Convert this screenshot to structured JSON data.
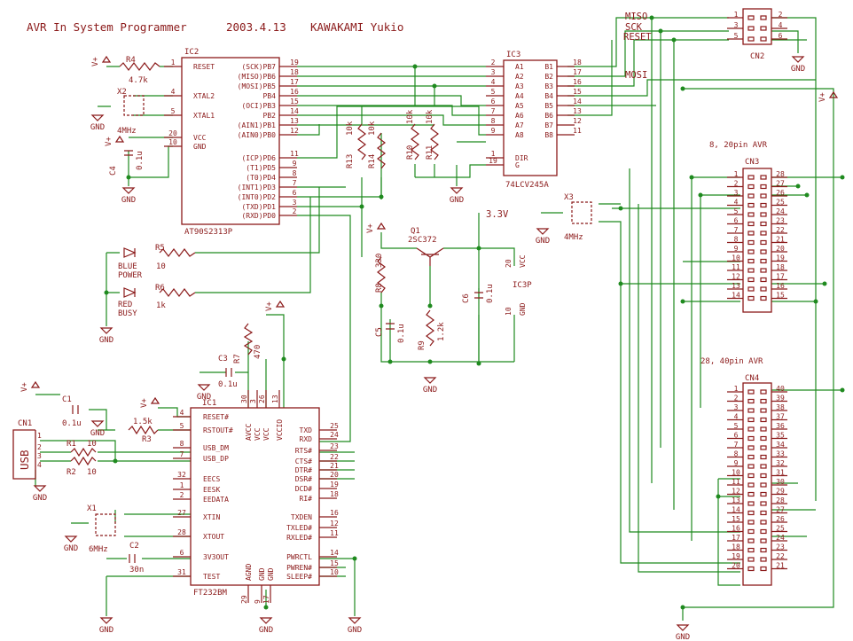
{
  "title": "AVR In System Programmer",
  "date": "2003.4.13",
  "author": "KAWAKAMI Yukio",
  "ic2": {
    "ref": "IC2",
    "part": "AT90S2313P",
    "left_pins": [
      {
        "num": "1",
        "name": "RESET"
      },
      {
        "num": "4",
        "name": "XTAL2"
      },
      {
        "num": "5",
        "name": "XTAL1"
      },
      {
        "num": "20",
        "name": "VCC"
      },
      {
        "num": "10",
        "name": "GND"
      }
    ],
    "right_pins": [
      {
        "num": "19",
        "name": "(SCK)PB7"
      },
      {
        "num": "18",
        "name": "(MISO)PB6"
      },
      {
        "num": "17",
        "name": "(MOSI)PB5"
      },
      {
        "num": "16",
        "name": "PB4"
      },
      {
        "num": "15",
        "name": "(OCI)PB3"
      },
      {
        "num": "14",
        "name": "PB2"
      },
      {
        "num": "13",
        "name": "(AIN1)PB1"
      },
      {
        "num": "12",
        "name": "(AIN0)PB0"
      },
      {
        "num": "11",
        "name": "(ICP)PD6"
      },
      {
        "num": "9",
        "name": "(T1)PD5"
      },
      {
        "num": "8",
        "name": "(T0)PD4"
      },
      {
        "num": "7",
        "name": "(INT1)PD3"
      },
      {
        "num": "6",
        "name": "(INT0)PD2"
      },
      {
        "num": "3",
        "name": "(TXD)PD1"
      },
      {
        "num": "2",
        "name": "(RXD)PD0"
      }
    ]
  },
  "ic3": {
    "ref": "IC3",
    "part": "74LCV245A",
    "left_pins": [
      {
        "num": "2",
        "name": "A1"
      },
      {
        "num": "3",
        "name": "A2"
      },
      {
        "num": "4",
        "name": "A3"
      },
      {
        "num": "5",
        "name": "A4"
      },
      {
        "num": "6",
        "name": "A5"
      },
      {
        "num": "7",
        "name": "A6"
      },
      {
        "num": "8",
        "name": "A7"
      },
      {
        "num": "9",
        "name": "A8"
      },
      {
        "num": "1",
        "name": "DIR"
      },
      {
        "num": "19",
        "name": "G"
      }
    ],
    "right_pins": [
      {
        "num": "18",
        "name": "B1"
      },
      {
        "num": "17",
        "name": "B2"
      },
      {
        "num": "16",
        "name": "B3"
      },
      {
        "num": "15",
        "name": "B4"
      },
      {
        "num": "14",
        "name": "B5"
      },
      {
        "num": "13",
        "name": "B6"
      },
      {
        "num": "12",
        "name": "B7"
      },
      {
        "num": "11",
        "name": "B8"
      }
    ]
  },
  "ic3p": {
    "ref": "IC3P",
    "pin_vcc": "20",
    "lbl_vcc": "VCC",
    "pin_gnd": "10",
    "lbl_gnd": "GND"
  },
  "ic1": {
    "ref": "IC1",
    "part": "FT232BM",
    "left_pins": [
      {
        "num": "4",
        "name": "RESET#"
      },
      {
        "num": "5",
        "name": "RSTOUT#"
      },
      {
        "num": "8",
        "name": "USB_DM"
      },
      {
        "num": "7",
        "name": "USB_DP"
      },
      {
        "num": "32",
        "name": "EECS"
      },
      {
        "num": "1",
        "name": "EESK"
      },
      {
        "num": "2",
        "name": "EEDATA"
      },
      {
        "num": "27",
        "name": "XTIN"
      },
      {
        "num": "28",
        "name": "XTOUT"
      },
      {
        "num": "6",
        "name": "3V3OUT"
      },
      {
        "num": "31",
        "name": "TEST"
      }
    ],
    "right_pins": [
      {
        "num": "25",
        "name": "TXD"
      },
      {
        "num": "24",
        "name": "RXD"
      },
      {
        "num": "23",
        "name": "RTS#"
      },
      {
        "num": "22",
        "name": "CTS#"
      },
      {
        "num": "21",
        "name": "DTR#"
      },
      {
        "num": "20",
        "name": "DSR#"
      },
      {
        "num": "19",
        "name": "DCD#"
      },
      {
        "num": "18",
        "name": "RI#"
      },
      {
        "num": "16",
        "name": "TXDEN"
      },
      {
        "num": "12",
        "name": "TXLED#"
      },
      {
        "num": "11",
        "name": "RXLED#"
      },
      {
        "num": "14",
        "name": "PWRCTL"
      },
      {
        "num": "15",
        "name": "PWREN#"
      },
      {
        "num": "10",
        "name": "SLEEP#"
      }
    ],
    "top_pins": [
      {
        "num": "30",
        "name": "AVCC"
      },
      {
        "num": "3",
        "name": "VCC"
      },
      {
        "num": "26",
        "name": "VCC"
      },
      {
        "num": "13",
        "name": "VCCIO"
      }
    ],
    "bottom_pins": [
      {
        "num": "29",
        "name": "AGND"
      },
      {
        "num": "9",
        "name": "GND"
      },
      {
        "num": "17",
        "name": "GND"
      }
    ]
  },
  "cn2": {
    "ref": "CN2",
    "left_nums": [
      "1",
      "3",
      "5"
    ],
    "right_nums": [
      "2",
      "4",
      "6"
    ]
  },
  "cn3": {
    "ref": "CN3",
    "title": "8, 20pin AVR",
    "left_nums": [
      "1",
      "2",
      "3",
      "4",
      "5",
      "6",
      "7",
      "8",
      "9",
      "10",
      "11",
      "12",
      "13",
      "14"
    ],
    "right_nums": [
      "28",
      "27",
      "26",
      "25",
      "24",
      "23",
      "22",
      "21",
      "20",
      "19",
      "18",
      "17",
      "16",
      "15"
    ]
  },
  "cn4": {
    "ref": "CN4",
    "title": "28, 40pin AVR",
    "left_nums": [
      "1",
      "2",
      "3",
      "4",
      "5",
      "6",
      "7",
      "8",
      "9",
      "10",
      "11",
      "12",
      "13",
      "14",
      "15",
      "16",
      "17",
      "18",
      "19",
      "20"
    ],
    "right_nums": [
      "40",
      "39",
      "38",
      "37",
      "36",
      "35",
      "34",
      "33",
      "32",
      "31",
      "30",
      "29",
      "28",
      "27",
      "26",
      "25",
      "24",
      "23",
      "22",
      "21"
    ]
  },
  "cn1": {
    "ref": "CN1",
    "label": "USB",
    "pins": [
      "1",
      "2",
      "3",
      "4"
    ]
  },
  "nets": {
    "miso": "MISO",
    "sck": "SCK",
    "reset": "RESET",
    "mosi": "MOSI",
    "v33": "3.3V"
  },
  "parts": {
    "r4": {
      "ref": "R4",
      "val": "4.7k"
    },
    "x2": {
      "ref": "X2",
      "val": "4MHz"
    },
    "c4": {
      "ref": "C4",
      "val": "0.1u"
    },
    "r5": {
      "ref": "R5",
      "val": "10"
    },
    "r6": {
      "ref": "R6",
      "val": "1k"
    },
    "led1": {
      "l1": "BLUE",
      "l2": "POWER"
    },
    "led2": {
      "l1": "RED",
      "l2": "BUSY"
    },
    "r13": {
      "ref": "R13",
      "val": "10k"
    },
    "r14": {
      "ref": "R14",
      "val": "10k"
    },
    "r10": {
      "ref": "R10",
      "val": "10k"
    },
    "r11": {
      "ref": "R11",
      "val": "10k"
    },
    "q1": {
      "ref": "Q1",
      "val": "2SC372"
    },
    "r8": {
      "ref": "R8",
      "val": "330"
    },
    "r9": {
      "ref": "R9",
      "val": "1.2k"
    },
    "c5": {
      "ref": "C5",
      "val": "0.1u"
    },
    "c6": {
      "ref": "C6",
      "val": "0.1u"
    },
    "x3": {
      "ref": "X3",
      "val": "4MHz"
    },
    "r7": {
      "ref": "R7",
      "val": "470"
    },
    "c3": {
      "ref": "C3",
      "val": "0.1u"
    },
    "c1": {
      "ref": "C1",
      "val": "0.1u"
    },
    "r3": {
      "ref": "R3",
      "val": "1.5k"
    },
    "r1": {
      "ref": "R1",
      "val": "10"
    },
    "r2": {
      "ref": "R2",
      "val": "10"
    },
    "x1": {
      "ref": "X1",
      "val": "6MHz"
    },
    "c2": {
      "ref": "C2",
      "val": "30n"
    }
  },
  "symbols": {
    "vplus": "V+",
    "gnd": "GND"
  }
}
